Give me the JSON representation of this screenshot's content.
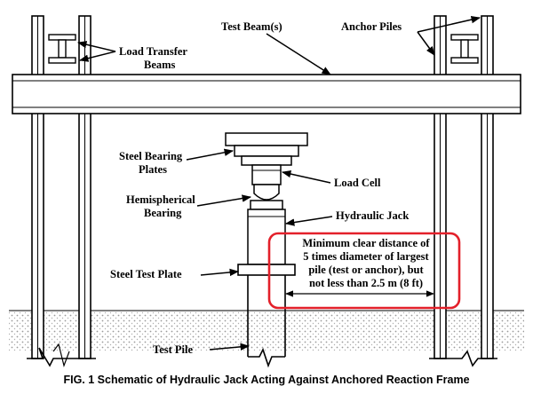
{
  "labels": {
    "test_beams": "Test Beam(s)",
    "anchor_piles": "Anchor Piles",
    "load_transfer": [
      "Load Transfer",
      "Beams"
    ],
    "steel_bearing": [
      "Steel Bearing",
      "Plates"
    ],
    "load_cell": "Load Cell",
    "hemispherical": [
      "Hemispherical",
      "Bearing"
    ],
    "hydraulic_jack": "Hydraulic Jack",
    "steel_test_plate": "Steel Test Plate",
    "test_pile": "Test Pile"
  },
  "clearance_note": [
    "Minimum clear distance of",
    "5 times diameter of largest",
    "pile (test or anchor), but",
    "not less than 2.5 m (8 ft)"
  ],
  "caption": "FIG. 1 Schematic of Hydraulic Jack Acting Against Anchored Reaction Frame",
  "colors": {
    "highlight": "#e3202a",
    "ink": "#000000",
    "soil": "#bdbdbd"
  }
}
